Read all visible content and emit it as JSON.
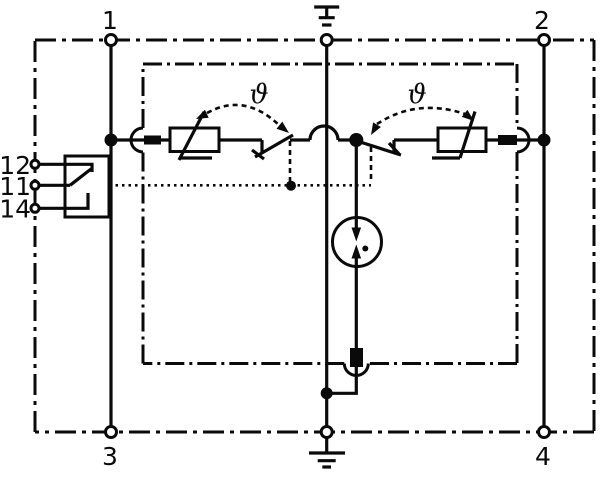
{
  "diagram": {
    "kind": "surge-protective-device-basic-circuit",
    "colors": {
      "line": "#0a0a0a",
      "background": "#ffffff"
    },
    "terminals": {
      "t1": "1",
      "t2": "2",
      "t3": "3",
      "t4": "4"
    },
    "signal_terminals": {
      "t12": "12",
      "t11": "11",
      "t14": "14"
    },
    "thermal": {
      "left": "ϑ",
      "right": "ϑ"
    }
  }
}
